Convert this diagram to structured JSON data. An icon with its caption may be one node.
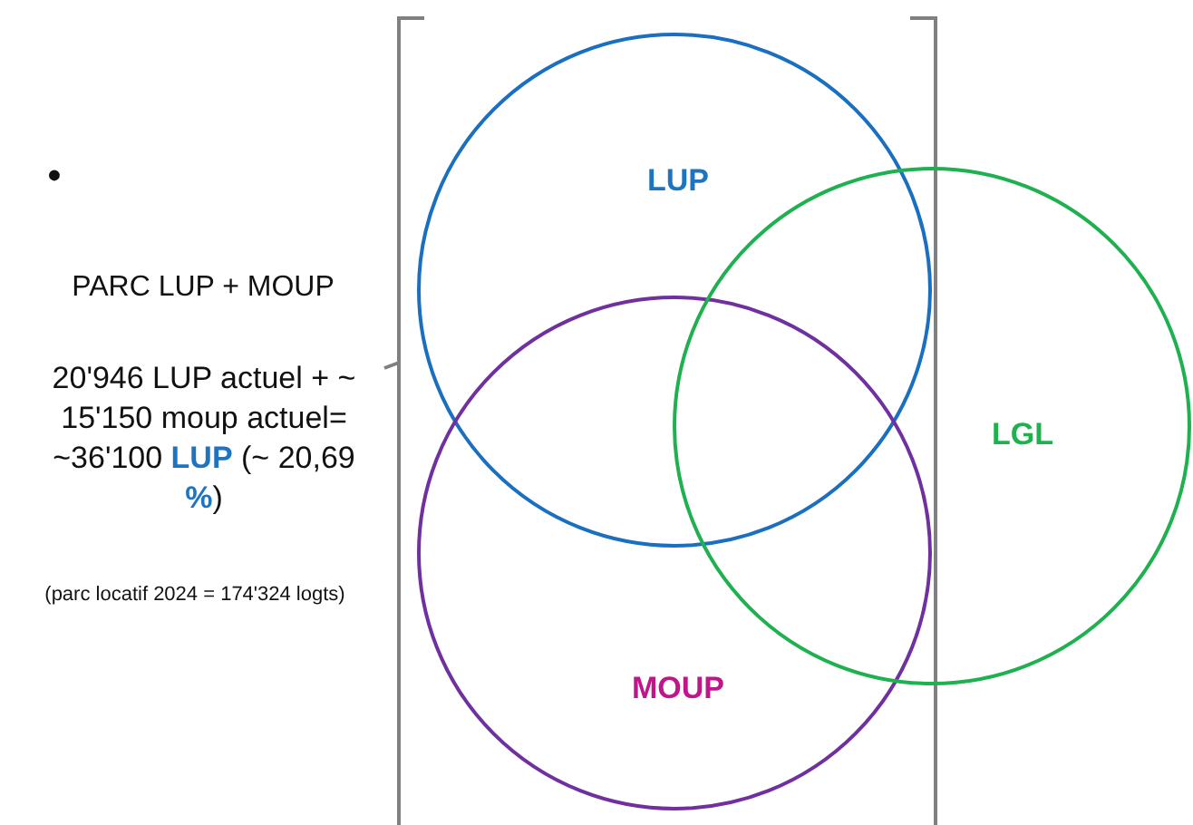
{
  "diagram": {
    "nodes": [
      {
        "text": [
          "LUP"
        ]
      },
      {
        "text": [
          "MOUP"
        ]
      },
      {
        "text": [
          "LGL"
        ]
      }
    ],
    "labels": [
      "•",
      "PARC LUP + MOUP",
      "20'946 LUP actuel + ~ 15'150 moup actuel= ~36'100 **LUP** (~ 20,69 **%**)",
      "(parc locatif 2024 = 174'324 logts)"
    ]
  }
}
